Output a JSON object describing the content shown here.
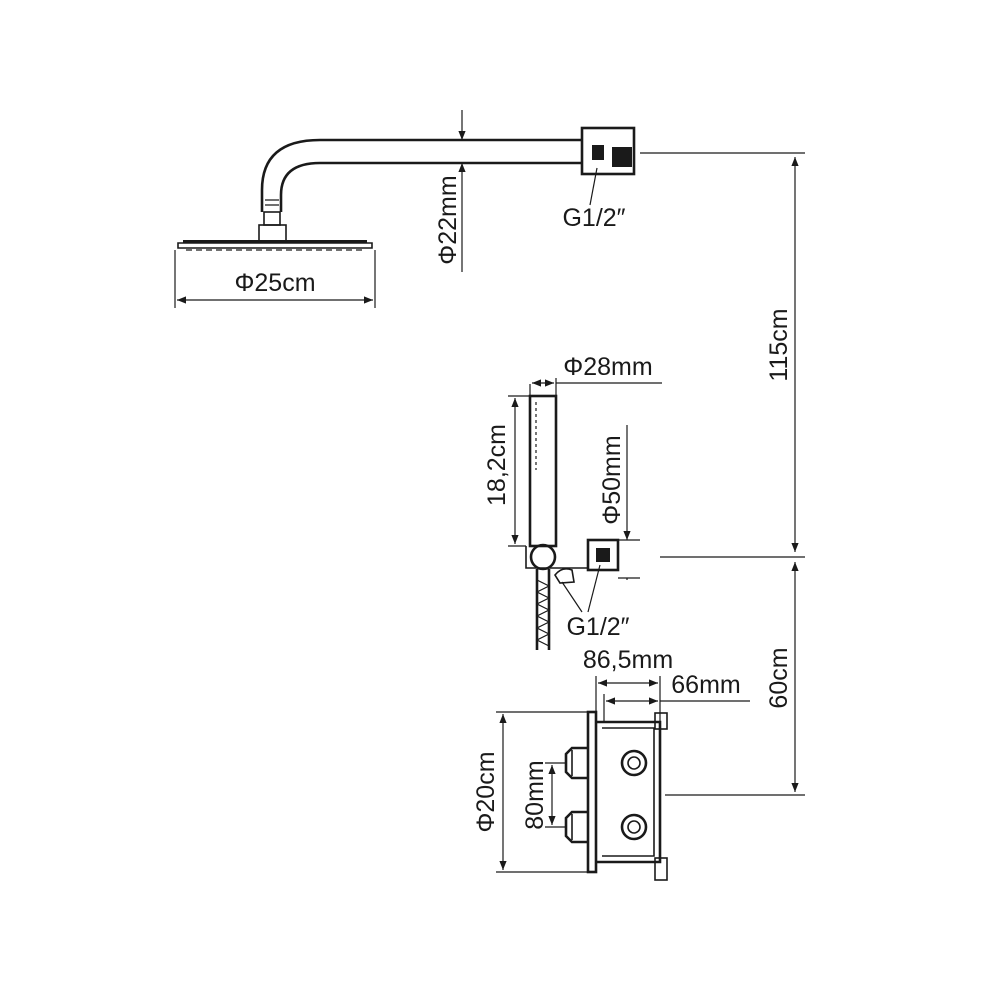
{
  "dimensions": {
    "head_diameter": "Φ25cm",
    "arm_diameter": "Φ22mm",
    "top_thread": "G1/2″",
    "total_height": "115cm",
    "hand_diameter": "Φ28mm",
    "hand_length": "18,2cm",
    "holder_diameter": "Φ50mm",
    "bottom_thread": "G1/2″",
    "valve_depth": "86,5mm",
    "valve_inner_depth": "66mm",
    "valve_height_to_outlet": "60cm",
    "valve_diameter": "Φ20cm",
    "handle_spacing": "80mm"
  },
  "colors": {
    "ink": "#1a1a1a",
    "background": "#ffffff"
  }
}
